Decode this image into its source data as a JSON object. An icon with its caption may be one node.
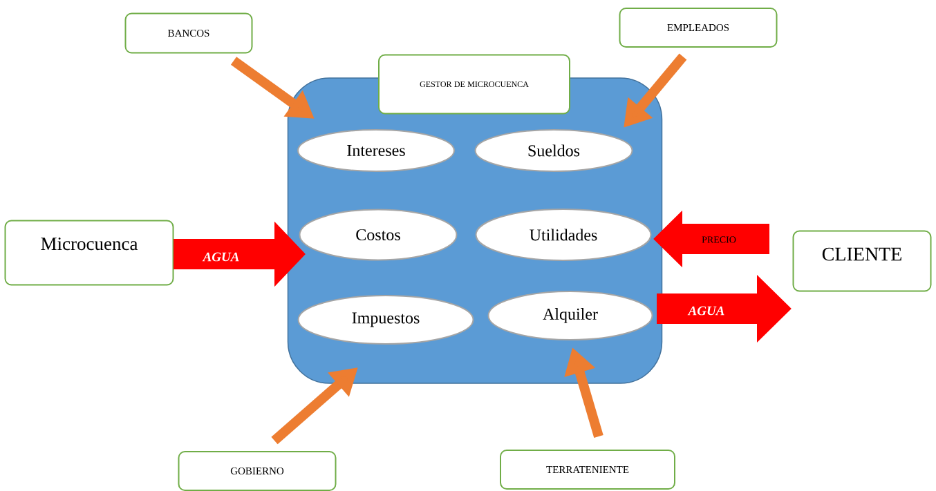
{
  "diagram": {
    "nodes": [
      {
        "text": [
          "BANCOS"
        ]
      },
      {
        "text": [
          "EMPLEADOS"
        ]
      },
      {
        "text": [],
        "shape": "box"
      },
      {
        "text": [
          "GESTOR DE MICROCUENCA"
        ]
      },
      {
        "text": [
          "Intereses"
        ],
        "in": 2
      },
      {
        "text": [
          "Sueldos"
        ],
        "in": 2
      },
      {
        "text": [
          "Microcuenca"
        ]
      },
      {
        "text": [
          "Costos"
        ],
        "in": 2
      },
      {
        "text": [
          "Utilidades"
        ],
        "in": 2
      },
      {
        "text": [
          "CLIENTE"
        ]
      },
      {
        "text": [
          "Impuestos"
        ],
        "in": 2
      },
      {
        "text": [
          "Alquiler"
        ],
        "in": 2
      },
      {
        "text": [
          "GOBIERNO"
        ]
      },
      {
        "text": [
          "TERRATENIENTE"
        ]
      }
    ],
    "edges": [
      {
        "from": 0,
        "to": 4,
        "arrow": "to"
      },
      {
        "from": 1,
        "to": 5,
        "arrow": "to"
      },
      {
        "from": 6,
        "to": 7,
        "arrow": "to",
        "label": "AGUA",
        "style": "thick",
        "color": "#ff0000"
      },
      {
        "from": null,
        "to": 8,
        "arrow": "to",
        "label": "PRECIO",
        "style": "thick",
        "color": "#ff0000"
      },
      {
        "from": 11,
        "to": 9,
        "arrow": "to",
        "label": "AGUA",
        "style": "thick",
        "color": "#ff0000"
      },
      {
        "from": 12,
        "to": 10,
        "arrow": "to"
      },
      {
        "from": 13,
        "to": 11,
        "arrow": "to"
      }
    ]
  }
}
